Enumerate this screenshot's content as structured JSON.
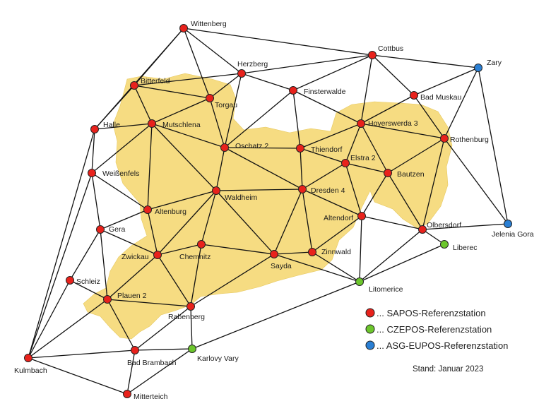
{
  "colors": {
    "sapos": "#e8221c",
    "czepos": "#6cc62c",
    "asg_eupos": "#2a7fd4",
    "region_fill": "#f6dc82",
    "line": "#111111"
  },
  "stations": [
    {
      "id": "wittenberg",
      "label": "Wittenberg",
      "type": "sapos"
    },
    {
      "id": "cottbus",
      "label": "Cottbus",
      "type": "sapos"
    },
    {
      "id": "zary",
      "label": "Zary",
      "type": "asg_eupos"
    },
    {
      "id": "herzberg",
      "label": "Herzberg",
      "type": "sapos"
    },
    {
      "id": "bitterfeld",
      "label": "Bitterfeld",
      "type": "sapos"
    },
    {
      "id": "finsterwalde",
      "label": "Finsterwalde",
      "type": "sapos"
    },
    {
      "id": "bad_muskau",
      "label": "Bad Muskau",
      "type": "sapos"
    },
    {
      "id": "torgau",
      "label": "Torgau",
      "type": "sapos"
    },
    {
      "id": "halle",
      "label": "Halle",
      "type": "sapos"
    },
    {
      "id": "mutschlena",
      "label": "Mutschlena",
      "type": "sapos"
    },
    {
      "id": "hoyerswerda",
      "label": "Hoyerswerda 3",
      "type": "sapos"
    },
    {
      "id": "rothenburg",
      "label": "Rothenburg",
      "type": "sapos"
    },
    {
      "id": "oschatz",
      "label": "Oschatz 2",
      "type": "sapos"
    },
    {
      "id": "thiendorf",
      "label": "Thiendorf",
      "type": "sapos"
    },
    {
      "id": "elstra",
      "label": "Elstra 2",
      "type": "sapos"
    },
    {
      "id": "weissenfels",
      "label": "Weißenfels",
      "type": "sapos"
    },
    {
      "id": "bautzen",
      "label": "Bautzen",
      "type": "sapos"
    },
    {
      "id": "waldheim",
      "label": "Waldheim",
      "type": "sapos"
    },
    {
      "id": "dresden",
      "label": "Dresden 4",
      "type": "sapos"
    },
    {
      "id": "altenburg",
      "label": "Altenburg",
      "type": "sapos"
    },
    {
      "id": "altendorf",
      "label": "Altendorf",
      "type": "sapos"
    },
    {
      "id": "jelenia_gora",
      "label": "Jelenia Gora",
      "type": "asg_eupos"
    },
    {
      "id": "gera",
      "label": "Gera",
      "type": "sapos"
    },
    {
      "id": "olbersdorf",
      "label": "Olbersdorf",
      "type": "sapos"
    },
    {
      "id": "liberec",
      "label": "Liberec",
      "type": "czepos"
    },
    {
      "id": "chemnitz",
      "label": "Chemnitz",
      "type": "sapos"
    },
    {
      "id": "zwickau",
      "label": "Zwickau",
      "type": "sapos"
    },
    {
      "id": "zinnwald",
      "label": "Zinnwald",
      "type": "sapos"
    },
    {
      "id": "sayda",
      "label": "Sayda",
      "type": "sapos"
    },
    {
      "id": "schleiz",
      "label": "Schleiz",
      "type": "sapos"
    },
    {
      "id": "litomerice",
      "label": "Litomerice",
      "type": "czepos"
    },
    {
      "id": "plauen",
      "label": "Plauen 2",
      "type": "sapos"
    },
    {
      "id": "rabenberg",
      "label": "Rabenberg",
      "type": "sapos"
    },
    {
      "id": "bad_brambach",
      "label": "Bad Brambach",
      "type": "sapos"
    },
    {
      "id": "karlovy_vary",
      "label": "Karlovy Vary",
      "type": "czepos"
    },
    {
      "id": "kulmbach",
      "label": "Kulmbach",
      "type": "sapos"
    },
    {
      "id": "mitterteich",
      "label": "Mitterteich",
      "type": "sapos"
    }
  ],
  "connections": [
    [
      "wittenberg",
      "cottbus"
    ],
    [
      "wittenberg",
      "herzberg"
    ],
    [
      "wittenberg",
      "torgau"
    ],
    [
      "wittenberg",
      "bitterfeld"
    ],
    [
      "wittenberg",
      "halle"
    ],
    [
      "cottbus",
      "zary"
    ],
    [
      "cottbus",
      "herzberg"
    ],
    [
      "cottbus",
      "finsterwalde"
    ],
    [
      "cottbus",
      "bad_muskau"
    ],
    [
      "cottbus",
      "hoyerswerda"
    ],
    [
      "zary",
      "bad_muskau"
    ],
    [
      "zary",
      "rothenburg"
    ],
    [
      "zary",
      "jelenia_gora"
    ],
    [
      "herzberg",
      "torgau"
    ],
    [
      "herzberg",
      "finsterwalde"
    ],
    [
      "herzberg",
      "oschatz"
    ],
    [
      "herzberg",
      "bitterfeld"
    ],
    [
      "bitterfeld",
      "torgau"
    ],
    [
      "bitterfeld",
      "mutschlena"
    ],
    [
      "bitterfeld",
      "halle"
    ],
    [
      "finsterwalde",
      "oschatz"
    ],
    [
      "finsterwalde",
      "thiendorf"
    ],
    [
      "finsterwalde",
      "hoyerswerda"
    ],
    [
      "bad_muskau",
      "hoyerswerda"
    ],
    [
      "bad_muskau",
      "rothenburg"
    ],
    [
      "torgau",
      "mutschlena"
    ],
    [
      "torgau",
      "oschatz"
    ],
    [
      "halle",
      "mutschlena"
    ],
    [
      "halle",
      "weissenfels"
    ],
    [
      "halle",
      "kulmbach"
    ],
    [
      "mutschlena",
      "oschatz"
    ],
    [
      "mutschlena",
      "weissenfels"
    ],
    [
      "mutschlena",
      "altenburg"
    ],
    [
      "mutschlena",
      "waldheim"
    ],
    [
      "hoyerswerda",
      "rothenburg"
    ],
    [
      "hoyerswerda",
      "thiendorf"
    ],
    [
      "hoyerswerda",
      "elstra"
    ],
    [
      "hoyerswerda",
      "bautzen"
    ],
    [
      "rothenburg",
      "bautzen"
    ],
    [
      "rothenburg",
      "jelenia_gora"
    ],
    [
      "rothenburg",
      "olbersdorf"
    ],
    [
      "oschatz",
      "thiendorf"
    ],
    [
      "oschatz",
      "waldheim"
    ],
    [
      "oschatz",
      "dresden"
    ],
    [
      "thiendorf",
      "elstra"
    ],
    [
      "thiendorf",
      "dresden"
    ],
    [
      "elstra",
      "bautzen"
    ],
    [
      "elstra",
      "dresden"
    ],
    [
      "elstra",
      "altendorf"
    ],
    [
      "weissenfels",
      "altenburg"
    ],
    [
      "weissenfels",
      "gera"
    ],
    [
      "weissenfels",
      "kulmbach"
    ],
    [
      "bautzen",
      "altendorf"
    ],
    [
      "bautzen",
      "olbersdorf"
    ],
    [
      "waldheim",
      "dresden"
    ],
    [
      "waldheim",
      "altenburg"
    ],
    [
      "waldheim",
      "zwickau"
    ],
    [
      "waldheim",
      "chemnitz"
    ],
    [
      "waldheim",
      "sayda"
    ],
    [
      "dresden",
      "altendorf"
    ],
    [
      "dresden",
      "zinnwald"
    ],
    [
      "dresden",
      "sayda"
    ],
    [
      "altenburg",
      "gera"
    ],
    [
      "altenburg",
      "zwickau"
    ],
    [
      "altendorf",
      "olbersdorf"
    ],
    [
      "altendorf",
      "litomerice"
    ],
    [
      "altendorf",
      "zinnwald"
    ],
    [
      "jelenia_gora",
      "olbersdorf"
    ],
    [
      "gera",
      "zwickau"
    ],
    [
      "gera",
      "schleiz"
    ],
    [
      "gera",
      "plauen"
    ],
    [
      "olbersdorf",
      "liberec"
    ],
    [
      "olbersdorf",
      "litomerice"
    ],
    [
      "liberec",
      "litomerice"
    ],
    [
      "chemnitz",
      "zwickau"
    ],
    [
      "chemnitz",
      "sayda"
    ],
    [
      "chemnitz",
      "rabenberg"
    ],
    [
      "zwickau",
      "plauen"
    ],
    [
      "zwickau",
      "rabenberg"
    ],
    [
      "zinnwald",
      "sayda"
    ],
    [
      "zinnwald",
      "litomerice"
    ],
    [
      "sayda",
      "litomerice"
    ],
    [
      "sayda",
      "rabenberg"
    ],
    [
      "schleiz",
      "plauen"
    ],
    [
      "schleiz",
      "kulmbach"
    ],
    [
      "litomerice",
      "karlovy_vary"
    ],
    [
      "plauen",
      "rabenberg"
    ],
    [
      "plauen",
      "bad_brambach"
    ],
    [
      "plauen",
      "kulmbach"
    ],
    [
      "rabenberg",
      "bad_brambach"
    ],
    [
      "rabenberg",
      "karlovy_vary"
    ],
    [
      "bad_brambach",
      "karlovy_vary"
    ],
    [
      "bad_brambach",
      "kulmbach"
    ],
    [
      "bad_brambach",
      "mitterteich"
    ],
    [
      "karlovy_vary",
      "mitterteich"
    ],
    [
      "kulmbach",
      "mitterteich"
    ]
  ],
  "legend": [
    {
      "type": "sapos",
      "label": "... SAPOS-Referenzstation"
    },
    {
      "type": "czepos",
      "label": "... CZEPOS-Referenzstation"
    },
    {
      "type": "asg_eupos",
      "label": "... ASG-EUPOS-Referenzstation"
    }
  ],
  "stand": "Stand: Januar 2023"
}
